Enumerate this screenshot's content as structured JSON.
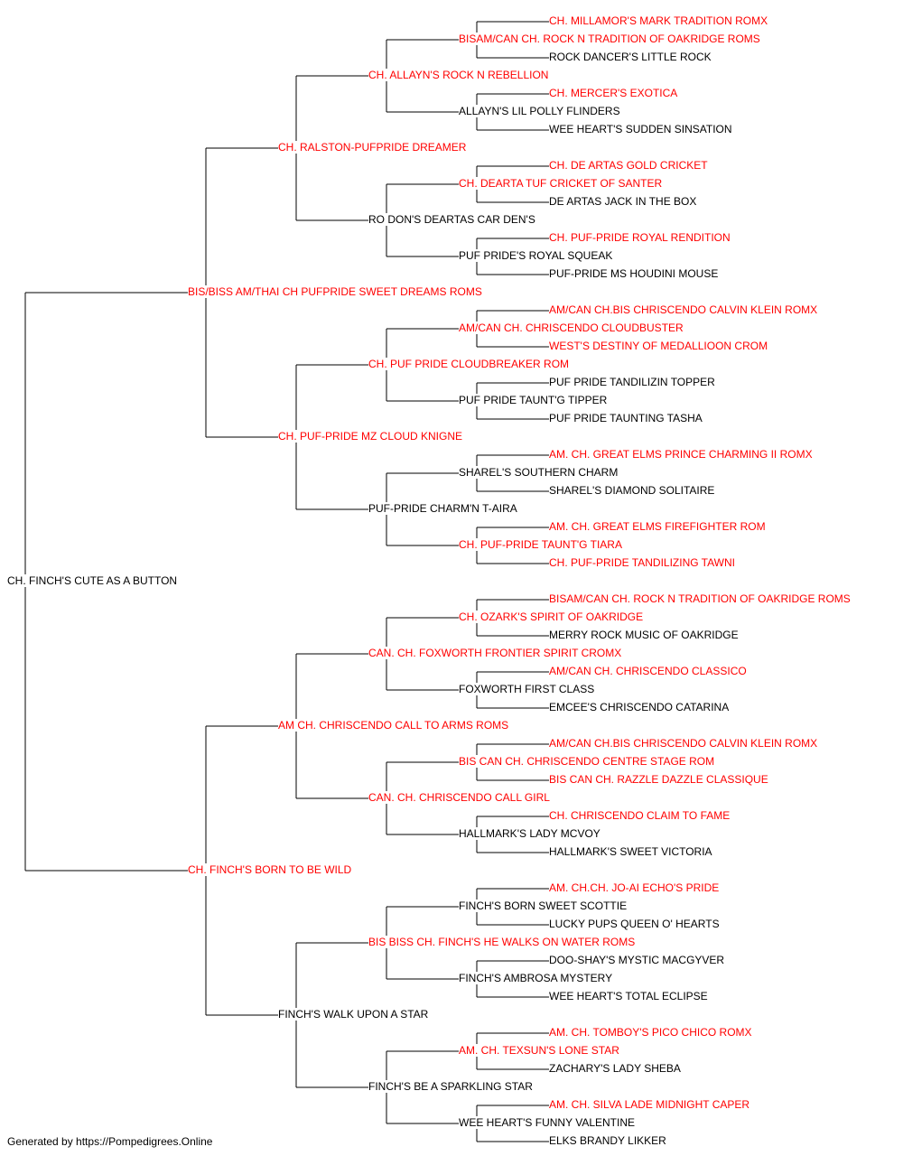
{
  "colors": {
    "champion": "#ff0000",
    "regular": "#000000",
    "line": "#000000"
  },
  "footer": "Generated by https://Pompedigrees.Online",
  "pedigree": {
    "name": "CH. FINCH'S CUTE AS A BUTTON",
    "champion": false,
    "sire": {
      "name": "BIS/BISS AM/THAI CH PUFPRIDE SWEET DREAMS ROMS",
      "champion": true,
      "sire": {
        "name": "CH. RALSTON-PUFPRIDE DREAMER",
        "champion": true,
        "sire": {
          "name": "CH. ALLAYN'S ROCK N REBELLION",
          "champion": true,
          "sire": {
            "name": "BISAM/CAN CH. ROCK N TRADITION OF OAKRIDGE ROMS",
            "champion": true,
            "sire": {
              "name": "CH. MILLAMOR'S MARK TRADITION ROMX",
              "champion": true
            },
            "dam": {
              "name": "ROCK DANCER'S LITTLE ROCK",
              "champion": false
            }
          },
          "dam": {
            "name": "ALLAYN'S LIL POLLY FLINDERS",
            "champion": false,
            "sire": {
              "name": "CH. MERCER'S EXOTICA",
              "champion": true
            },
            "dam": {
              "name": "WEE HEART'S SUDDEN SINSATION",
              "champion": false
            }
          }
        },
        "dam": {
          "name": "RO DON'S DEARTAS CAR DEN'S",
          "champion": false,
          "sire": {
            "name": "CH. DEARTA TUF CRICKET OF SANTER",
            "champion": true,
            "sire": {
              "name": "CH. DE ARTAS GOLD CRICKET",
              "champion": true
            },
            "dam": {
              "name": "DE ARTAS JACK IN THE BOX",
              "champion": false
            }
          },
          "dam": {
            "name": "PUF PRIDE'S ROYAL SQUEAK",
            "champion": false,
            "sire": {
              "name": "CH. PUF-PRIDE ROYAL RENDITION",
              "champion": true
            },
            "dam": {
              "name": "PUF-PRIDE MS HOUDINI MOUSE",
              "champion": false
            }
          }
        }
      },
      "dam": {
        "name": "CH. PUF-PRIDE MZ CLOUD KNIGNE",
        "champion": true,
        "sire": {
          "name": "CH. PUF PRIDE CLOUDBREAKER ROM",
          "champion": true,
          "sire": {
            "name": "AM/CAN CH. CHRISCENDO CLOUDBUSTER",
            "champion": true,
            "sire": {
              "name": "AM/CAN CH.BIS CHRISCENDO CALVIN KLEIN ROMX",
              "champion": true
            },
            "dam": {
              "name": "WEST'S DESTINY OF MEDALLIOON CROM",
              "champion": true
            }
          },
          "dam": {
            "name": "PUF PRIDE TAUNT'G TIPPER",
            "champion": false,
            "sire": {
              "name": "PUF PRIDE TANDILIZIN TOPPER",
              "champion": false
            },
            "dam": {
              "name": "PUF PRIDE TAUNTING TASHA",
              "champion": false
            }
          }
        },
        "dam": {
          "name": "PUF-PRIDE CHARM'N T-AIRA",
          "champion": false,
          "sire": {
            "name": "SHAREL'S SOUTHERN CHARM",
            "champion": false,
            "sire": {
              "name": "AM. CH. GREAT ELMS PRINCE CHARMING II ROMX",
              "champion": true
            },
            "dam": {
              "name": "SHAREL'S DIAMOND SOLITAIRE",
              "champion": false
            }
          },
          "dam": {
            "name": "CH. PUF-PRIDE TAUNT'G TIARA",
            "champion": true,
            "sire": {
              "name": "AM. CH. GREAT ELMS FIREFIGHTER ROM",
              "champion": true
            },
            "dam": {
              "name": "CH. PUF-PRIDE TANDILIZING TAWNI",
              "champion": true
            }
          }
        }
      }
    },
    "dam": {
      "name": "CH. FINCH'S BORN TO BE WILD",
      "champion": true,
      "sire": {
        "name": "AM CH. CHRISCENDO CALL TO ARMS ROMS",
        "champion": true,
        "sire": {
          "name": "CAN. CH. FOXWORTH FRONTIER SPIRIT CROMX",
          "champion": true,
          "sire": {
            "name": "CH. OZARK'S SPIRIT OF OAKRIDGE",
            "champion": true,
            "sire": {
              "name": "BISAM/CAN CH. ROCK N TRADITION OF OAKRIDGE ROMS",
              "champion": true
            },
            "dam": {
              "name": "MERRY ROCK MUSIC OF OAKRIDGE",
              "champion": false
            }
          },
          "dam": {
            "name": "FOXWORTH FIRST CLASS",
            "champion": false,
            "sire": {
              "name": "AM/CAN CH. CHRISCENDO CLASSICO",
              "champion": true
            },
            "dam": {
              "name": "EMCEE'S CHRISCENDO CATARINA",
              "champion": false
            }
          }
        },
        "dam": {
          "name": "CAN. CH. CHRISCENDO CALL GIRL",
          "champion": true,
          "sire": {
            "name": "BIS CAN CH. CHRISCENDO CENTRE STAGE ROM",
            "champion": true,
            "sire": {
              "name": "AM/CAN CH.BIS CHRISCENDO CALVIN KLEIN ROMX",
              "champion": true
            },
            "dam": {
              "name": "BIS CAN CH. RAZZLE DAZZLE CLASSIQUE",
              "champion": true
            }
          },
          "dam": {
            "name": "HALLMARK'S LADY MCVOY",
            "champion": false,
            "sire": {
              "name": "CH. CHRISCENDO CLAIM TO FAME",
              "champion": true
            },
            "dam": {
              "name": "HALLMARK'S SWEET VICTORIA",
              "champion": false
            }
          }
        }
      },
      "dam": {
        "name": "FINCH'S WALK UPON A STAR",
        "champion": false,
        "sire": {
          "name": "BIS BISS CH. FINCH'S HE WALKS ON WATER ROMS",
          "champion": true,
          "sire": {
            "name": "FINCH'S BORN SWEET SCOTTIE",
            "champion": false,
            "sire": {
              "name": "AM. CH.CH. JO-AI ECHO'S PRIDE",
              "champion": true
            },
            "dam": {
              "name": "LUCKY PUPS QUEEN O' HEARTS",
              "champion": false
            }
          },
          "dam": {
            "name": "FINCH'S AMBROSA MYSTERY",
            "champion": false,
            "sire": {
              "name": "DOO-SHAY'S MYSTIC MACGYVER",
              "champion": false
            },
            "dam": {
              "name": "WEE HEART'S TOTAL ECLIPSE",
              "champion": false
            }
          }
        },
        "dam": {
          "name": "FINCH'S BE A SPARKLING STAR",
          "champion": false,
          "sire": {
            "name": "AM. CH. TEXSUN'S LONE STAR",
            "champion": true,
            "sire": {
              "name": "AM. CH. TOMBOY'S PICO CHICO ROMX",
              "champion": true
            },
            "dam": {
              "name": "ZACHARY'S LADY SHEBA",
              "champion": false
            }
          },
          "dam": {
            "name": "WEE HEART'S FUNNY VALENTINE",
            "champion": false,
            "sire": {
              "name": "AM. CH. SILVA LADE MIDNIGHT CAPER",
              "champion": true
            },
            "dam": {
              "name": "ELKS BRANDY LIKKER",
              "champion": false
            }
          }
        }
      }
    }
  }
}
